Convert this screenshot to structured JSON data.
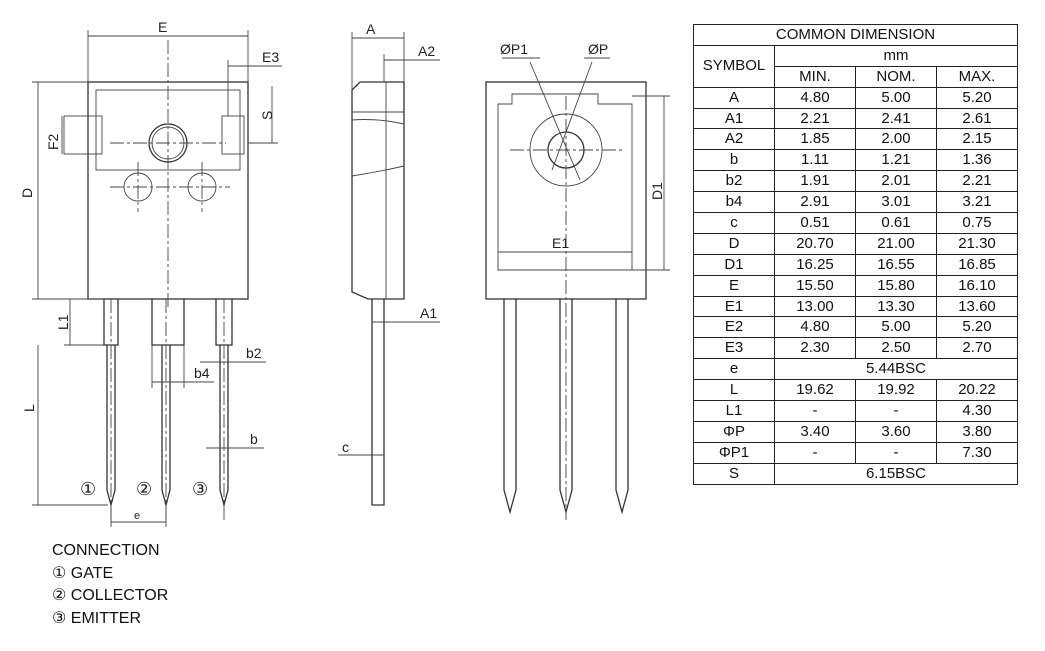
{
  "drawing": {
    "dimension_labels": {
      "E": "E",
      "E3": "E3",
      "S": "S",
      "F2": "F2",
      "D": "D",
      "L1": "L1",
      "L": "L",
      "b4": "b4",
      "b2": "b2",
      "b": "b",
      "e": "e",
      "A": "A",
      "A2": "A2",
      "A1": "A1",
      "c": "c",
      "phiP1": "ØP1",
      "phiP": "ØP",
      "D1": "D1",
      "E1": "E1"
    },
    "pin_markers": [
      "①",
      "②",
      "③"
    ]
  },
  "table": {
    "title": "COMMON DIMENSION",
    "symbol_header": "SYMBOL",
    "unit": "mm",
    "col_headers": [
      "MIN.",
      "NOM.",
      "MAX."
    ],
    "rows": [
      {
        "symbol": "A",
        "min": "4.80",
        "nom": "5.00",
        "max": "5.20"
      },
      {
        "symbol": "A1",
        "min": "2.21",
        "nom": "2.41",
        "max": "2.61"
      },
      {
        "symbol": "A2",
        "min": "1.85",
        "nom": "2.00",
        "max": "2.15"
      },
      {
        "symbol": "b",
        "min": "1.11",
        "nom": "1.21",
        "max": "1.36"
      },
      {
        "symbol": "b2",
        "min": "1.91",
        "nom": "2.01",
        "max": "2.21"
      },
      {
        "symbol": "b4",
        "min": "2.91",
        "nom": "3.01",
        "max": "3.21"
      },
      {
        "symbol": "c",
        "min": "0.51",
        "nom": "0.61",
        "max": "0.75"
      },
      {
        "symbol": "D",
        "min": "20.70",
        "nom": "21.00",
        "max": "21.30"
      },
      {
        "symbol": "D1",
        "min": "16.25",
        "nom": "16.55",
        "max": "16.85"
      },
      {
        "symbol": "E",
        "min": "15.50",
        "nom": "15.80",
        "max": "16.10"
      },
      {
        "symbol": "E1",
        "min": "13.00",
        "nom": "13.30",
        "max": "13.60"
      },
      {
        "symbol": "E2",
        "min": "4.80",
        "nom": "5.00",
        "max": "5.20"
      },
      {
        "symbol": "E3",
        "min": "2.30",
        "nom": "2.50",
        "max": "2.70"
      },
      {
        "symbol": "e",
        "span": "5.44BSC"
      },
      {
        "symbol": "L",
        "min": "19.62",
        "nom": "19.92",
        "max": "20.22"
      },
      {
        "symbol": "L1",
        "min": "-",
        "nom": "-",
        "max": "4.30"
      },
      {
        "symbol": "ΦP",
        "min": "3.40",
        "nom": "3.60",
        "max": "3.80"
      },
      {
        "symbol": "ΦP1",
        "min": "-",
        "nom": "-",
        "max": "7.30"
      },
      {
        "symbol": "S",
        "span": "6.15BSC"
      }
    ]
  },
  "connection": {
    "title": "CONNECTION",
    "pins": [
      "① GATE",
      "② COLLECTOR",
      "③ EMITTER"
    ]
  }
}
